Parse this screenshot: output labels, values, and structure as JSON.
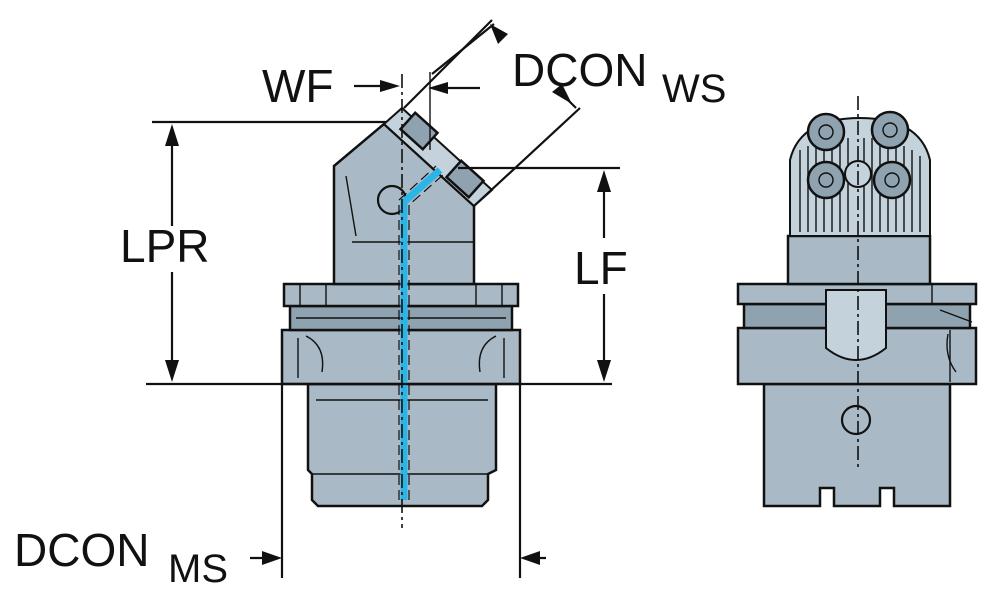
{
  "labels": {
    "wf": "WF",
    "dcon_ws_main": "DCON",
    "dcon_ws_sub": "WS",
    "lpr": "LPR",
    "lf": "LF",
    "dcon_ms_main": "DCON",
    "dcon_ms_sub": "MS"
  },
  "colors": {
    "body": "#a9bac6",
    "coolant": "#2bb4e6",
    "line": "#111111"
  }
}
